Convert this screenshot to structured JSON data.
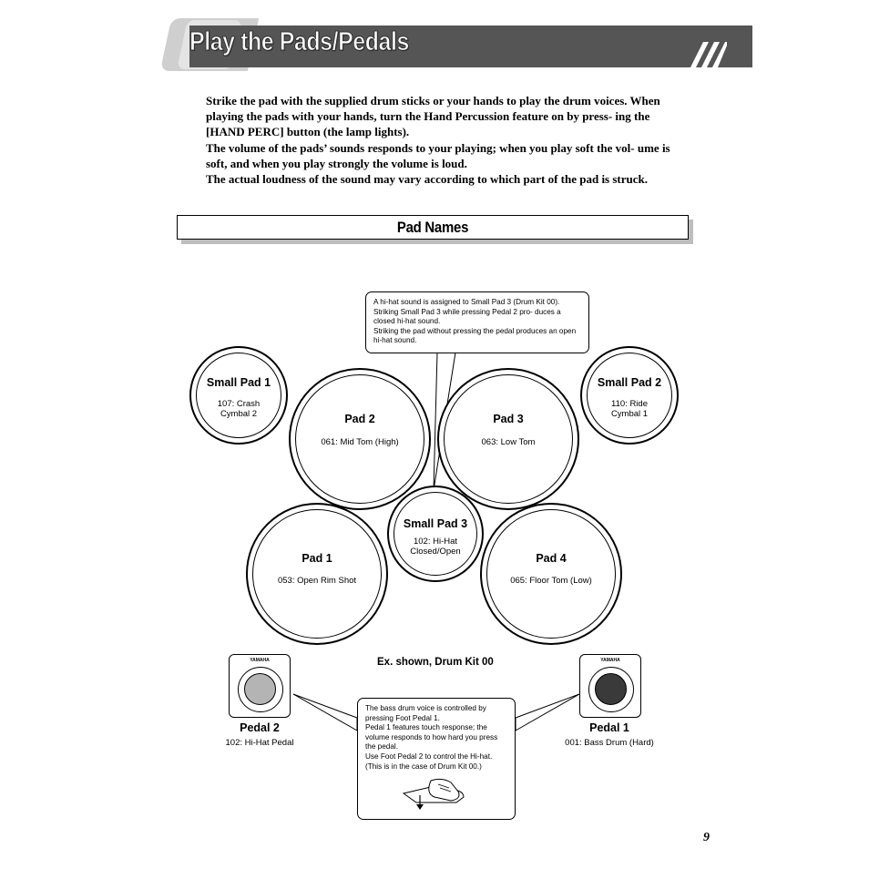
{
  "header": {
    "title": "Play the Pads/Pedals"
  },
  "intro": {
    "paragraphs": [
      "Strike the pad with the supplied drum sticks  or your hands to play the drum voices. When playing the pads with your hands, turn the Hand Percussion feature on by press- ing the [HAND PERC] button (the lamp lights).",
      "The volume of the pads’ sounds responds to your playing; when you play soft the vol- ume is soft, and when you play strongly the volume is loud.",
      "The actual loudness of the sound may vary according to which part of the pad is struck."
    ]
  },
  "section": {
    "title": "Pad Names"
  },
  "hihat_callout": {
    "line1": "A hi-hat sound is assigned to Small Pad 3 (Drum Kit 00). Striking Small Pad 3 while pressing Pedal 2 pro- duces a closed hi-hat sound.",
    "line2": "Striking the pad without pressing the pedal produces an open hi-hat sound."
  },
  "pads": {
    "small_pad_1": {
      "name": "Small Pad 1",
      "voice": "107: Crash\nCymbal 2"
    },
    "small_pad_2": {
      "name": "Small Pad 2",
      "voice": "110: Ride\nCymbal 1"
    },
    "pad_2": {
      "name": "Pad 2",
      "voice": "061: Mid Tom (High)"
    },
    "pad_3": {
      "name": "Pad 3",
      "voice": "063: Low Tom"
    },
    "small_pad_3": {
      "name": "Small Pad 3",
      "voice": "102: Hi-Hat\nClosed/Open"
    },
    "pad_1": {
      "name": "Pad 1",
      "voice": "053: Open Rim Shot"
    },
    "pad_4": {
      "name": "Pad 4",
      "voice": "065: Floor Tom (Low)"
    }
  },
  "pedals": {
    "brand": "YAMAHA",
    "pedal_2": {
      "name": "Pedal 2",
      "voice": "102: Hi-Hat Pedal",
      "disc_color": "#b4b4b4"
    },
    "pedal_1": {
      "name": "Pedal 1",
      "voice": "001: Bass Drum (Hard)",
      "disc_color": "#3a3a3a"
    }
  },
  "example_label": "Ex. shown, Drum Kit 00",
  "pedal_callout": {
    "line1": "The bass drum voice is controlled by pressing Foot Pedal 1.",
    "line2": "Pedal 1 features touch response; the volume responds to how hard you press the pedal.",
    "line3": "Use Foot Pedal 2 to control the Hi-hat. (This is in the case of Drum Kit 00.)",
    "illustration": "foot-pressing-pedal-icon"
  },
  "page_number": "9"
}
